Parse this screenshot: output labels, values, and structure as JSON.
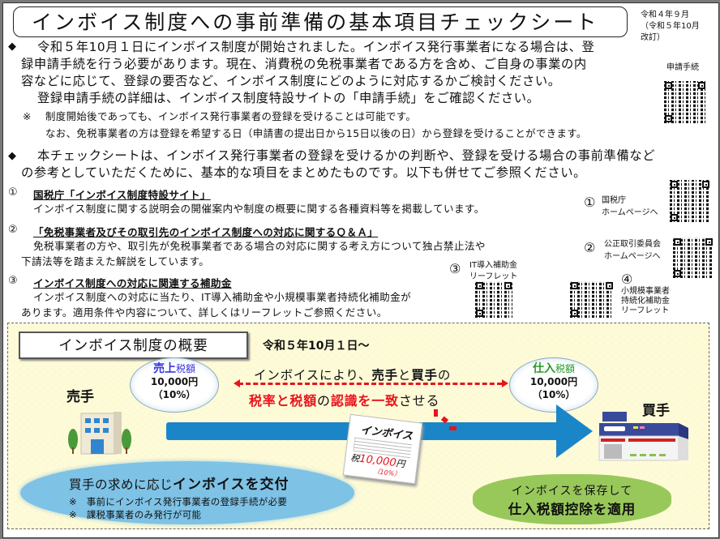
{
  "header": {
    "title": "インボイス制度への事前準備の基本項目チェックシート",
    "date_line1": "令和４年９月",
    "date_line2": "（令和５年10月",
    "date_line3": "改訂）"
  },
  "section1": {
    "bullet": "◆",
    "lines": [
      "令和５年10月１日にインボイス制度が開始されました。インボイス発行事業者になる場合は、登",
      "録申請手続を行う必要があります。現在、消費税の免税事業者である方を含め、ご自身の事業の内",
      "容などに応じて、登録の要否など、インボイス制度にどのように対応するかご検討ください。",
      "登録申請手続の詳細は、インボイス制度特設サイトの「申請手続」をご確認ください。"
    ],
    "note_mark": "※",
    "note_lines": [
      "制度開始後であっても、インボイス発行事業者の登録を受けることは可能です。",
      "なお、免税事業者の方は登録を希望する日（申請書の提出日から15日以後の日）から登録を受けることができます。"
    ],
    "qr_label": "申請手続"
  },
  "section2": {
    "bullet": "◆",
    "lines": [
      "本チェックシートは、インボイス発行事業者の登録を受けるかの判断や、登録を受ける場合の事前準備など",
      "の参考としていただくために、基本的な項目をまとめたものです。以下も併せてご参照ください。"
    ]
  },
  "references": [
    {
      "number": "①",
      "heading": "国税庁「インボイス制度特設サイト」",
      "body": [
        "インボイス制度に関する説明会の開催案内や制度の概要に関する各種資料等を掲載しています。"
      ],
      "qr_number": "①",
      "qr_label": [
        "国税庁",
        "ホームページへ"
      ]
    },
    {
      "number": "②",
      "heading": "「免税事業者及びその取引先のインボイス制度への対応に関するＱ＆Ａ」",
      "body": [
        "免税事業者の方や、取引先が免税事業者である場合の対応に関する考え方について独占禁止法や",
        "下請法等を踏まえた解説をしています。"
      ],
      "qr_number": "②",
      "qr_label": [
        "公正取引委員会",
        "ホームページへ"
      ]
    },
    {
      "number": "③",
      "heading": "インボイス制度への対応に関連する補助金",
      "body": [
        "インボイス制度への対応に当たり、IT導入補助金や小規模事業者持続化補助金が",
        "あります。適用条件や内容について、詳しくはリーフレットご参照ください。"
      ],
      "qr_number": "③",
      "qr_label": [
        "IT導入補助金",
        "リーフレット"
      ]
    },
    {
      "qr_number": "④",
      "qr_label": [
        "小規模事業者",
        "持続化補助金",
        "リーフレット"
      ]
    }
  ],
  "overview": {
    "box_title": "インボイス制度の概要",
    "start_date": "令和５年10月１日～",
    "seller": {
      "role": "売手",
      "tax_head": "売上",
      "tax_label": "税額",
      "amount": "10,000円",
      "rate": "（10%）",
      "color": "#3535e0"
    },
    "buyer": {
      "role": "買手",
      "tax_head": "仕入",
      "tax_label": "税額",
      "amount": "10,000円",
      "rate": "（10%）",
      "color": "#2a9a2a"
    },
    "middle_line1": {
      "pre": "インボイスにより、",
      "b1": "売手",
      "mid": "と",
      "b2": "買手",
      "post": "の"
    },
    "middle_line2": {
      "r1": "税率と税額",
      "mid": "の",
      "r2": "認識を一致",
      "post": "させる"
    },
    "invoice_doc": {
      "title": "インボイス",
      "tax_prefix": "税",
      "amount": "10,000",
      "yen": "円",
      "rate": "（10%）"
    },
    "seller_cloud": {
      "line_pre": "買手の求めに応じ",
      "line_bold": "インボイスを交付",
      "notes": [
        "※　事前にインボイス発行事業者の登録手続が必要",
        "※　課税事業者のみ発行が可能"
      ]
    },
    "buyer_cloud": {
      "line1": "インボイスを保存して",
      "line2": "仕入税額控除を適用"
    },
    "colors": {
      "accent_red": "#e8141c",
      "arrow_blue": "#1a86c8",
      "cloud_blue": "#7ec2e6",
      "cloud_green": "#98c85a",
      "background_yellow": "#fefbd8"
    }
  }
}
